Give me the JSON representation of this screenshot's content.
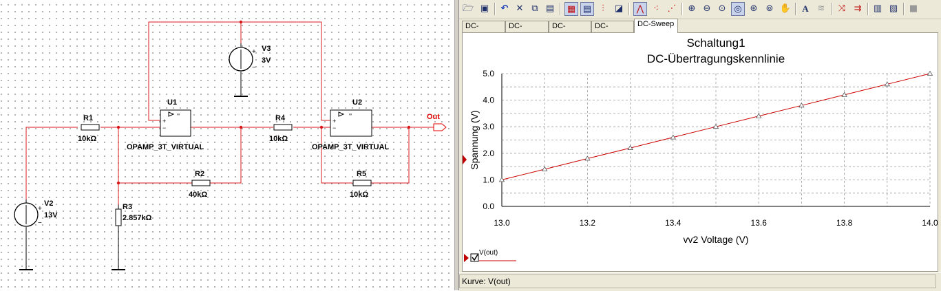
{
  "schematic": {
    "components": {
      "r1": {
        "name": "R1",
        "value": "10kΩ"
      },
      "r2": {
        "name": "R2",
        "value": "40kΩ"
      },
      "r3": {
        "name": "R3",
        "value": "2.857kΩ"
      },
      "r4": {
        "name": "R4",
        "value": "10kΩ"
      },
      "r5": {
        "name": "R5",
        "value": "10kΩ"
      },
      "v2": {
        "name": "V2",
        "value": "13V"
      },
      "v3": {
        "name": "V3",
        "value": "3V"
      },
      "u1": {
        "name": "U1",
        "model": "OPAMP_3T_VIRTUAL"
      },
      "u2": {
        "name": "U2",
        "model": "OPAMP_3T_VIRTUAL"
      }
    },
    "output_label": "Out",
    "colors": {
      "wire": "#d81818",
      "part": "#000000",
      "output": "#e00000"
    }
  },
  "grapher": {
    "toolbar_icons": [
      "open-icon",
      "save-icon",
      "undo-icon",
      "cut-icon",
      "copy-icon",
      "paste-icon",
      "grid-icon",
      "legend-icon",
      "cursors-icon",
      "overlay-icon",
      "line-plot-icon",
      "dots-plot-icon",
      "points-plot-icon",
      "zoom-in-icon",
      "zoom-out-icon",
      "zoom-area-icon",
      "zoom-full-icon",
      "zoom-x-icon",
      "zoom-y-icon",
      "pan-icon",
      "text-icon",
      "wireless-icon",
      "reverse-colors-icon",
      "export-icon",
      "page-properties-icon",
      "graph-properties-icon",
      "stop-icon"
    ],
    "tabs": [
      "DC-Sweep",
      "DC-Sweep",
      "DC-Sweep",
      "DC-Sweep",
      "DC-Sweep"
    ],
    "active_tab": 4,
    "status_text": "Kurve: V(out)",
    "legend_label": "V(out)"
  },
  "chart_data": {
    "type": "line",
    "title": "Schaltung1",
    "subtitle": "DC-Übertragungskennlinie",
    "xlabel": "vv2 Voltage (V)",
    "ylabel": "Spannung (V)",
    "xlim": [
      13.0,
      14.0
    ],
    "ylim": [
      0.0,
      5.0
    ],
    "xticks": [
      "13.0",
      "13.2",
      "13.4",
      "13.6",
      "13.8",
      "14.0"
    ],
    "yticks": [
      "0.0",
      "1.0",
      "2.0",
      "3.0",
      "4.0",
      "5.0"
    ],
    "grid": true,
    "legend_position": "bottom-left",
    "series": [
      {
        "name": "V(out)",
        "color": "#cc0000",
        "x": [
          13.0,
          13.1,
          13.2,
          13.3,
          13.4,
          13.5,
          13.6,
          13.7,
          13.8,
          13.9,
          14.0
        ],
        "y": [
          1.0,
          1.4,
          1.8,
          2.2,
          2.6,
          3.0,
          3.4,
          3.8,
          4.2,
          4.6,
          5.0
        ]
      }
    ]
  }
}
